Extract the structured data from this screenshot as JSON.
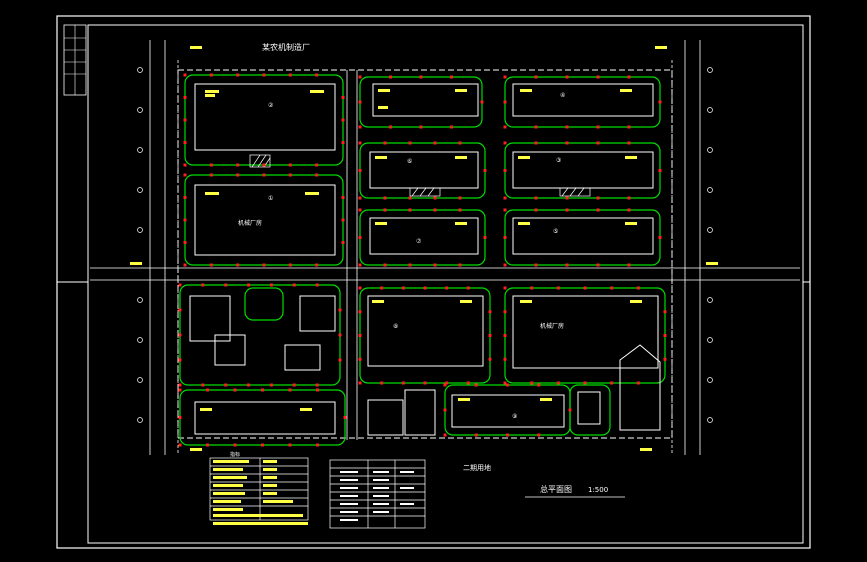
{
  "drawing": {
    "header_text": "某农机制造厂",
    "title": "总平面图",
    "scale": "1:500",
    "extra_text": "二期用地",
    "building_names": [
      "机械厂房",
      "机械厂房"
    ],
    "building_numbers": [
      "①",
      "②",
      "③",
      "④",
      "⑤",
      "⑥",
      "⑦",
      "⑧",
      "⑨"
    ]
  },
  "legend": {
    "header": "指标"
  },
  "colors": {
    "background": "#000000",
    "lines": "#ffffff",
    "landscape": "#00dd00",
    "trees": "#ff2020",
    "labels": "#ffff44"
  }
}
